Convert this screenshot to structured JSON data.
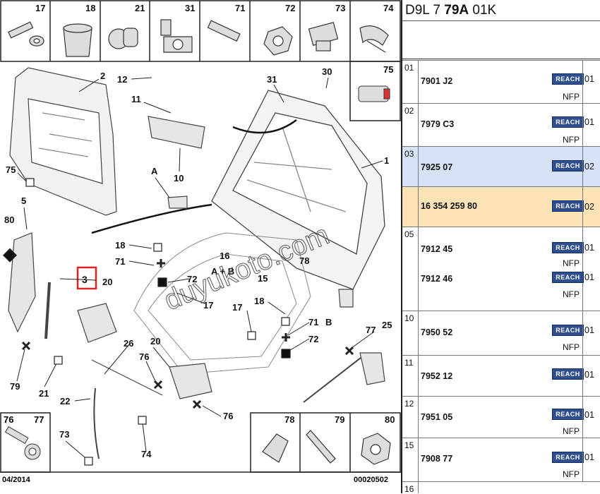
{
  "diagram": {
    "thumb_labels": [
      "17",
      "18",
      "21",
      "31",
      "71",
      "72",
      "73",
      "74"
    ],
    "thumb_75": "75",
    "callouts": [
      "2",
      "12",
      "31",
      "30",
      "11",
      "1",
      "10",
      "A",
      "75",
      "5",
      "80",
      "18",
      "16",
      "A + B",
      "71",
      "78",
      "72",
      "15",
      "3",
      "20",
      "17",
      "71",
      "B",
      "17",
      "18",
      "72",
      "77",
      "25",
      "26",
      "20",
      "76",
      "79",
      "21",
      "22",
      "76",
      "73",
      "74"
    ],
    "bottom_thumbs": [
      "76",
      "77",
      "78",
      "79",
      "80"
    ],
    "date_code": "04/2014",
    "ref_code": "00020502",
    "watermark": "duyukoto.com"
  },
  "panel": {
    "header_prefix": "D9L 7 ",
    "header_bold": "79A",
    "header_suffix": " 01K",
    "badge_text": "REACH",
    "nfp_text": "NFP",
    "rows": [
      {
        "index": "01",
        "ref": "7901 J2",
        "qty": "01"
      },
      {
        "index": "02",
        "ref": "7979 C3",
        "qty": "01"
      },
      {
        "index": "03",
        "ref": "7925 07",
        "qty": "02"
      },
      {
        "index": "",
        "ref": "16 354 259 80",
        "qty": "02"
      },
      {
        "index": "05",
        "ref": "7912 45",
        "qty": "01",
        "ref2": "7912 46",
        "qty2": "01"
      },
      {
        "index": "10",
        "ref": "7950 52",
        "qty": "01"
      },
      {
        "index": "11",
        "ref": "7952 12",
        "qty": "01"
      },
      {
        "index": "12",
        "ref": "7951 05",
        "qty": "01"
      },
      {
        "index": "15",
        "ref": "7908 77",
        "qty": "01"
      },
      {
        "index": "16",
        "ref": "",
        "qty": ""
      }
    ]
  }
}
